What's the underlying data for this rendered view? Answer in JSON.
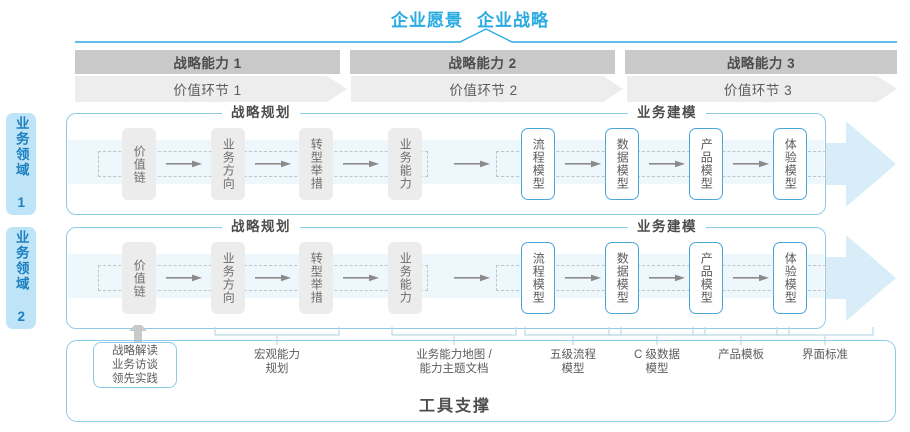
{
  "header": {
    "vision_label": "企业愿景",
    "strategy_label": "企业战略"
  },
  "capability_bar": {
    "items": [
      {
        "label": "战略能力 1"
      },
      {
        "label": "战略能力 2"
      },
      {
        "label": "战略能力 3"
      }
    ]
  },
  "value_chain_bar": {
    "items": [
      {
        "label": "价值环节 1"
      },
      {
        "label": "价值环节 2"
      },
      {
        "label": "价值环节 3"
      }
    ]
  },
  "domains": [
    {
      "label": "业务领域 1"
    },
    {
      "label": "业务领域 2"
    }
  ],
  "sections": {
    "planning_label": "战略规划",
    "modeling_label": "业务建模"
  },
  "steps": [
    {
      "label": "价值链",
      "style": "gray"
    },
    {
      "label": "业务方向",
      "style": "gray"
    },
    {
      "label": "转型举措",
      "style": "gray"
    },
    {
      "label": "业务能力",
      "style": "gray"
    },
    {
      "label": "流程模型",
      "style": "blue"
    },
    {
      "label": "数据模型",
      "style": "blue"
    },
    {
      "label": "产品模型",
      "style": "blue"
    },
    {
      "label": "体验模型",
      "style": "blue"
    }
  ],
  "tool_support": {
    "title": "工具支撑",
    "highlight_box": {
      "line1": "战略解读",
      "line2": "业务访谈",
      "line3": "领先实践"
    },
    "items": [
      {
        "line1": "宏观能力",
        "line2": "规划"
      },
      {
        "line1": "业务能力地图 /",
        "line2": "能力主题文档"
      },
      {
        "line1": "五级流程",
        "line2": "模型"
      },
      {
        "line1": "C 级数据",
        "line2": "模型"
      },
      {
        "line1": "产品模板",
        "line2": ""
      },
      {
        "line1": "界面标准",
        "line2": ""
      }
    ]
  },
  "colors": {
    "accent_blue": "#29ABE2",
    "border_blue": "#8ecbe8",
    "step_blue": "#4aa8d8",
    "cap_gray": "#c9c9c9",
    "val_gray": "#ededed",
    "step_gray": "#ececec",
    "tab_blue": "#bfe4f7",
    "arrow_gray": "#8a8a8a",
    "band_blue": "#eaf6fc"
  }
}
